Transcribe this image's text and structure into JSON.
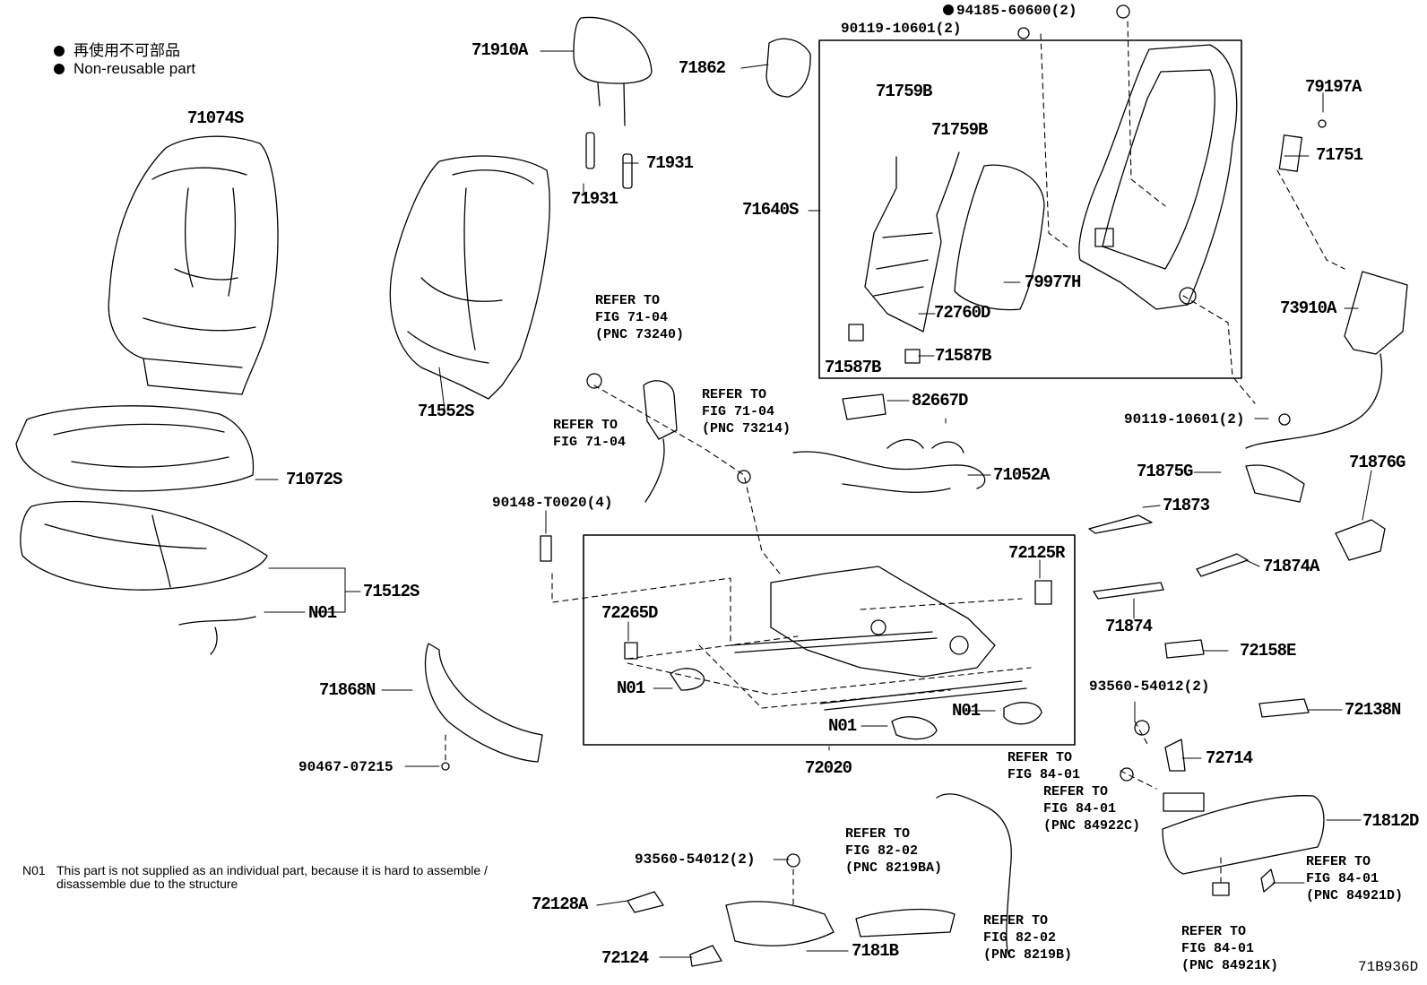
{
  "legend": {
    "jp": "再使用不可部品",
    "en": "Non-reusable part"
  },
  "note": {
    "code": "N01",
    "line1": "This part is not supplied as an individual part, because it is hard to assemble /",
    "line2": "disassemble due to the structure"
  },
  "figure_id": "71B936D",
  "labels": {
    "p71910A": "71910A",
    "p71862": "71862",
    "p94185": "94185-60600(2)",
    "p90119_top": "90119-10601(2)",
    "p79197A": "79197A",
    "p71751": "71751",
    "p71074S": "71074S",
    "p71931a": "71931",
    "p71931b": "71931",
    "p71759B_1": "71759B",
    "p71759B_2": "71759B",
    "p71640S": "71640S",
    "p79977H": "79977H",
    "p72760D": "72760D",
    "p71587B_1": "71587B",
    "p71587B_2": "71587B",
    "p73910A": "73910A",
    "p71552S": "71552S",
    "p82667D": "82667D",
    "p90119_right": "90119-10601(2)",
    "p71072S": "71072S",
    "p71052A": "71052A",
    "p71875G": "71875G",
    "p71876G": "71876G",
    "p71873": "71873",
    "p90148": "90148-T0020(4)",
    "p72125R": "72125R",
    "p71512S": "71512S",
    "pN01_a": "N01",
    "p72265D": "72265D",
    "p71874A": "71874A",
    "p71874": "71874",
    "p72158E": "72158E",
    "pN01_b": "N01",
    "p93560_right": "93560-54012(2)",
    "p71868N": "71868N",
    "pN01_c": "N01",
    "pN01_d": "N01",
    "p72138N": "72138N",
    "p72714": "72714",
    "p90467": "90467-07215",
    "p72020": "72020",
    "p71812D": "71812D",
    "p93560_bottom": "93560-54012(2)",
    "p72128A": "72128A",
    "p72124": "72124",
    "p7181B": "7181B"
  },
  "refs": {
    "r73240": "REFER TO\nFIG 71-04\n(PNC 73240)",
    "r7104": "REFER TO\nFIG 71-04",
    "r73214": "REFER TO\nFIG 71-04\n(PNC 73214)",
    "r8401": "REFER TO\nFIG 84-01",
    "r84922C": "REFER TO\nFIG 84-01\n(PNC 84922C)",
    "r8219BA": "REFER TO\nFIG 82-02\n(PNC 8219BA)",
    "r8219B": "REFER TO\nFIG 82-02\n(PNC 8219B)",
    "r84921D": "REFER TO\nFIG 84-01\n(PNC 84921D)",
    "r84921K": "REFER TO\nFIG 84-01\n(PNC 84921K)"
  }
}
